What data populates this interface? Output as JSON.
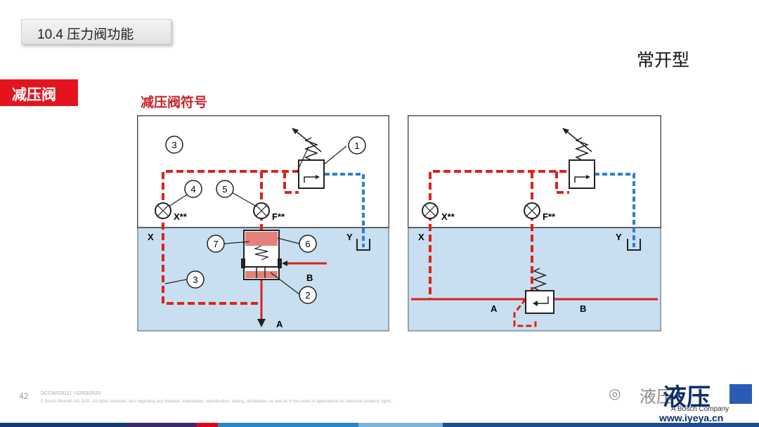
{
  "header": {
    "title": "10.4 压力阀功能",
    "subtitle_right": "常开型"
  },
  "section_tag": "减压阀",
  "diagram_title": "减压阀符号",
  "left_diagram": {
    "callouts": [
      "1",
      "2",
      "3",
      "3",
      "4",
      "5",
      "6",
      "7"
    ],
    "labels": {
      "x_gauge": "X**",
      "f_gauge": "F**",
      "port_x": "X",
      "port_y": "Y",
      "port_a": "A",
      "port_b": "B"
    }
  },
  "right_diagram": {
    "labels": {
      "x_gauge": "X**",
      "f_gauge": "F**",
      "port_x": "X",
      "port_y": "Y",
      "port_a": "A",
      "port_b": "B"
    }
  },
  "footer": {
    "page_number": "42",
    "line1": "DCCN/SSD21 | 02/03/2020",
    "line2": "© Bosch Rexroth AG 2020. All rights reserved, also regarding any disposal, exploitation, reproduction, editing, distribution, as well as in the event of applications for industrial property rights."
  },
  "watermark": {
    "text1": "液压",
    "text2": "液压",
    "company": "A Bosch Company",
    "url": "www.iyeya.cn"
  },
  "colors": {
    "red": "#d9241c",
    "blue": "#2e7fd0",
    "panel_blue": "#c7dff0"
  }
}
